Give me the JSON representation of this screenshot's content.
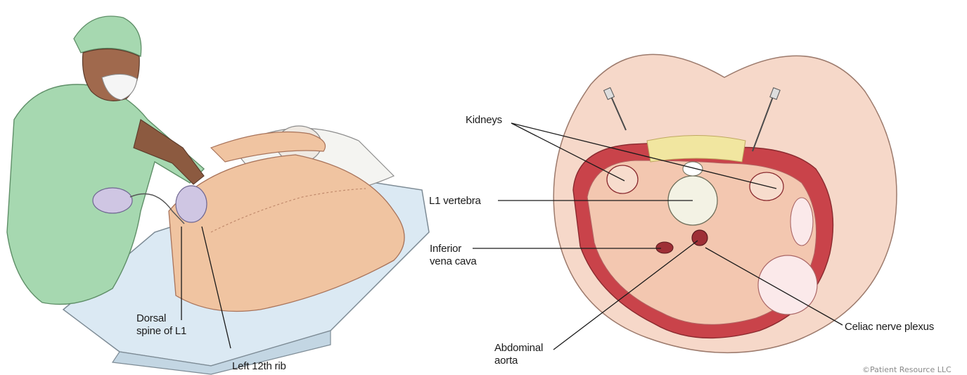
{
  "left_illustration": {
    "labels": {
      "dorsal_spine_line1": "Dorsal",
      "dorsal_spine_line2": "spine of L1",
      "left_rib": "Left 12th rib"
    }
  },
  "right_illustration": {
    "labels": {
      "kidneys": "Kidneys",
      "l1_vertebra": "L1 vertebra",
      "ivc_line1": "Inferior",
      "ivc_line2": "vena cava",
      "aorta_line1": "Abdominal",
      "aorta_line2": "aorta",
      "celiac": "Celiac nerve plexus"
    }
  },
  "credit": "©Patient Resource LLC",
  "colors": {
    "scrubs": "#9fd3a8",
    "skin": "#f3c9a6",
    "tissue_red": "#c9434a",
    "muscle_pink": "#f2c2b0",
    "fat_yellow": "#f1e6a0",
    "sheet_blue": "#cfe3f0"
  }
}
